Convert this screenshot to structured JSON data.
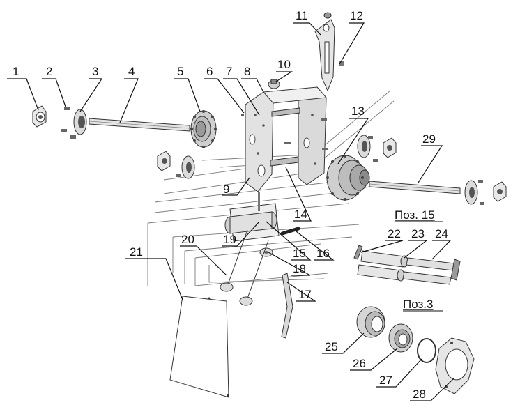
{
  "captions": {
    "pos15": "Поз. 15",
    "pos3": "Поз.3"
  },
  "labels": {
    "n1": "1",
    "n2": "2",
    "n3": "3",
    "n4": "4",
    "n5": "5",
    "n6": "6",
    "n7": "7",
    "n8": "8",
    "n9": "9",
    "n10": "10",
    "n11": "11",
    "n12": "12",
    "n13": "13",
    "n14": "14",
    "n15": "15",
    "n16": "16",
    "n17": "17",
    "n18": "18",
    "n19": "19",
    "n20": "20",
    "n21": "21",
    "n22": "22",
    "n23": "23",
    "n24": "24",
    "n25": "25",
    "n26": "26",
    "n27": "27",
    "n28": "28",
    "n29": "29"
  }
}
